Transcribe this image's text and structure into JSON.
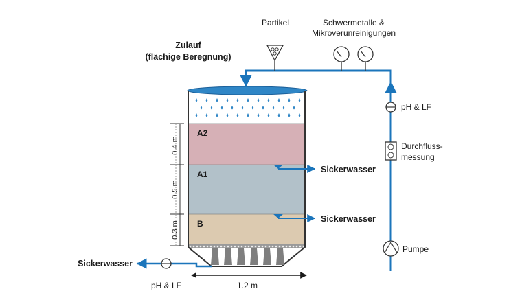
{
  "inflow": {
    "line1": "Zulauf",
    "line2": "(flächige Beregnung)"
  },
  "sensors": {
    "particles": "Partikel",
    "metals_line1": "Schwermetalle &",
    "metals_line2": "Mikroverunreinigungen",
    "ph_lf_right": "pH & LF",
    "flow_line1": "Durchfluss-",
    "flow_line2": "messung",
    "pump": "Pumpe",
    "ph_lf_bottom": "pH & LF"
  },
  "layers": [
    {
      "label": "A2",
      "thickness": "0.4 m",
      "color": "#d6b0b6"
    },
    {
      "label": "A1",
      "thickness": "0.5 m",
      "color": "#b2c1c9"
    },
    {
      "label": "B",
      "thickness": "0.3 m",
      "color": "#dccab0"
    }
  ],
  "outflows": {
    "a1": "Sickerwasser",
    "b": "Sickerwasser",
    "bottom": "Sickerwasser"
  },
  "width_label": "1.2 m",
  "colors": {
    "pipe": "#1b75bb",
    "water_drops": "#2f86c6",
    "frame": "#333333",
    "funnel": "#7f7f7f"
  }
}
